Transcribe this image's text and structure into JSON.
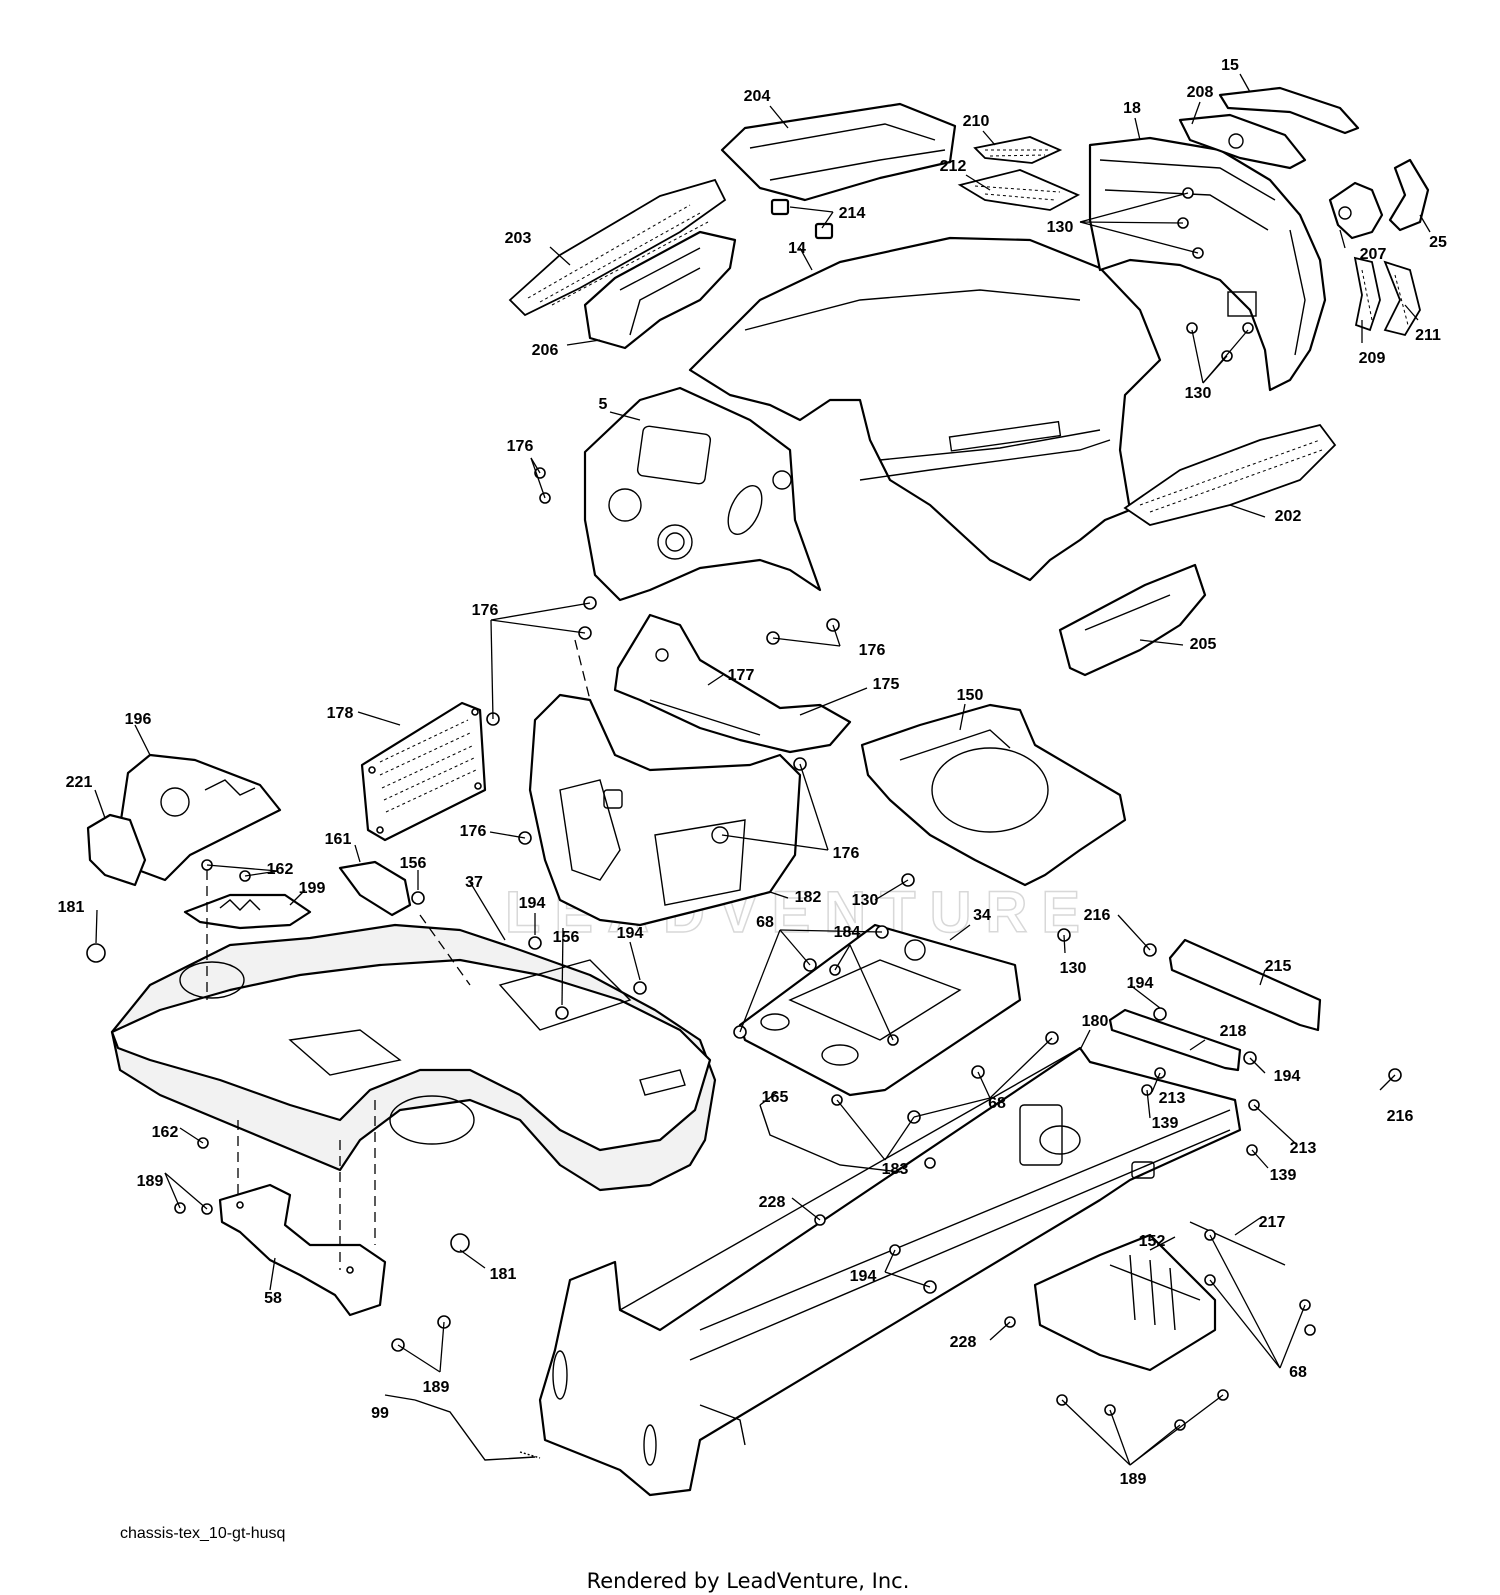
{
  "diagram": {
    "caption": "chassis-tex_10-gt-husq",
    "footer": "Rendered by LeadVenture, Inc.",
    "watermark": "LEADVENTURE",
    "colors": {
      "line": "#000000",
      "background": "#ffffff",
      "watermark": "#d8d8d8"
    },
    "callouts": [
      {
        "label": "15"
      },
      {
        "label": "208"
      },
      {
        "label": "204"
      },
      {
        "label": "210"
      },
      {
        "label": "18"
      },
      {
        "label": "212"
      },
      {
        "label": "214"
      },
      {
        "label": "203"
      },
      {
        "label": "14"
      },
      {
        "label": "130"
      },
      {
        "label": "207"
      },
      {
        "label": "25"
      },
      {
        "label": "206"
      },
      {
        "label": "209"
      },
      {
        "label": "211"
      },
      {
        "label": "130"
      },
      {
        "label": "5"
      },
      {
        "label": "176"
      },
      {
        "label": "202"
      },
      {
        "label": "176"
      },
      {
        "label": "205"
      },
      {
        "label": "176"
      },
      {
        "label": "177"
      },
      {
        "label": "175"
      },
      {
        "label": "196"
      },
      {
        "label": "178"
      },
      {
        "label": "150"
      },
      {
        "label": "221"
      },
      {
        "label": "161"
      },
      {
        "label": "176"
      },
      {
        "label": "176"
      },
      {
        "label": "156"
      },
      {
        "label": "162"
      },
      {
        "label": "182"
      },
      {
        "label": "130"
      },
      {
        "label": "199"
      },
      {
        "label": "37"
      },
      {
        "label": "181"
      },
      {
        "label": "194"
      },
      {
        "label": "68"
      },
      {
        "label": "184"
      },
      {
        "label": "34"
      },
      {
        "label": "216"
      },
      {
        "label": "130"
      },
      {
        "label": "156"
      },
      {
        "label": "194"
      },
      {
        "label": "215"
      },
      {
        "label": "194"
      },
      {
        "label": "180"
      },
      {
        "label": "218"
      },
      {
        "label": "194"
      },
      {
        "label": "213"
      },
      {
        "label": "68"
      },
      {
        "label": "165"
      },
      {
        "label": "216"
      },
      {
        "label": "139"
      },
      {
        "label": "162"
      },
      {
        "label": "213"
      },
      {
        "label": "183"
      },
      {
        "label": "189"
      },
      {
        "label": "139"
      },
      {
        "label": "228"
      },
      {
        "label": "217"
      },
      {
        "label": "152"
      },
      {
        "label": "181"
      },
      {
        "label": "194"
      },
      {
        "label": "58"
      },
      {
        "label": "228"
      },
      {
        "label": "68"
      },
      {
        "label": "189"
      },
      {
        "label": "99"
      },
      {
        "label": "189"
      }
    ]
  }
}
